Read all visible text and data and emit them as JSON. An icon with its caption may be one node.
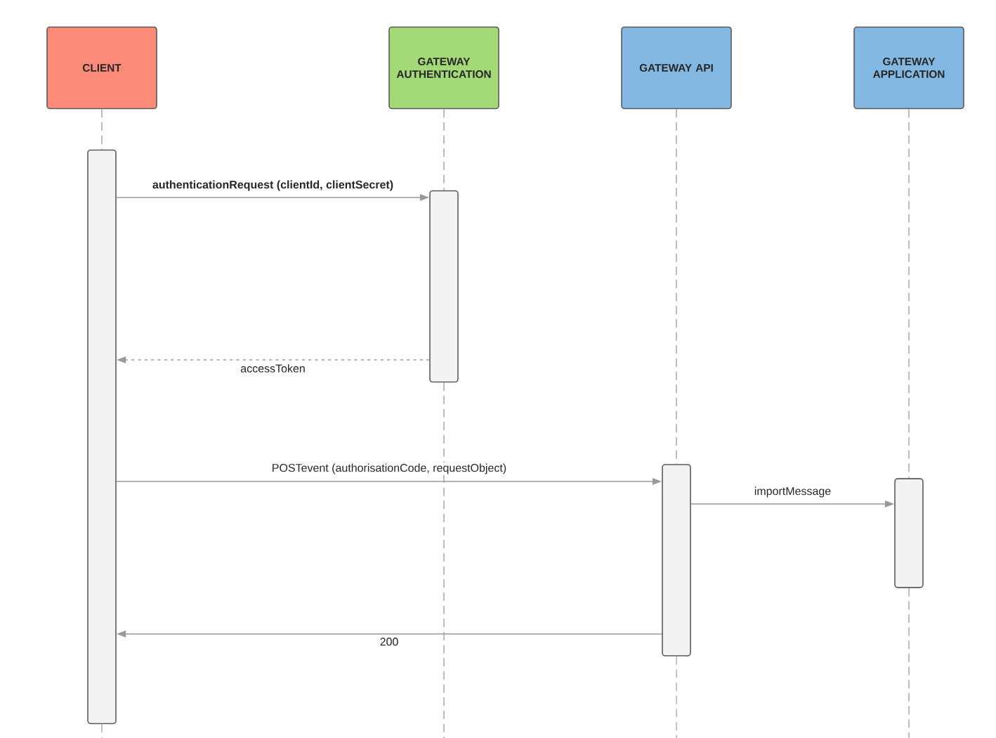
{
  "diagram": {
    "nodes": [
      {
        "text": [
          "CLIENT"
        ]
      },
      {
        "text": [
          "GATEWAY AUTHENTICATION"
        ]
      },
      {
        "text": [
          "GATEWAY API"
        ]
      },
      {
        "text": [
          "GATEWAY APPLICATION"
        ]
      },
      {
        "text": [],
        "shape": "bar"
      },
      {
        "text": [],
        "shape": "bar"
      },
      {
        "text": [],
        "shape": "bar"
      },
      {
        "text": [],
        "shape": "bar"
      }
    ],
    "edges": [
      {
        "from": 4,
        "to": 5,
        "arrow": "to",
        "label": "authenticationRequest (clientId, clientSecret)"
      },
      {
        "from": 5,
        "to": 4,
        "arrow": "to",
        "label": "accessToken",
        "style": "dashed"
      },
      {
        "from": 4,
        "to": 6,
        "arrow": "to",
        "label": "POSTevent (authorisationCode, requestObject)"
      },
      {
        "from": 6,
        "to": 7,
        "arrow": "to",
        "label": "importMessage"
      },
      {
        "from": 6,
        "to": 4,
        "arrow": "to",
        "label": "200"
      },
      {
        "from": 0,
        "to": 4,
        "arrow": "none",
        "style": "dashed"
      },
      {
        "from": 1,
        "to": 5,
        "arrow": "none",
        "style": "dashed"
      },
      {
        "from": 2,
        "to": 6,
        "arrow": "none",
        "style": "dashed"
      },
      {
        "from": 3,
        "to": 7,
        "arrow": "none",
        "style": "dashed"
      }
    ]
  }
}
